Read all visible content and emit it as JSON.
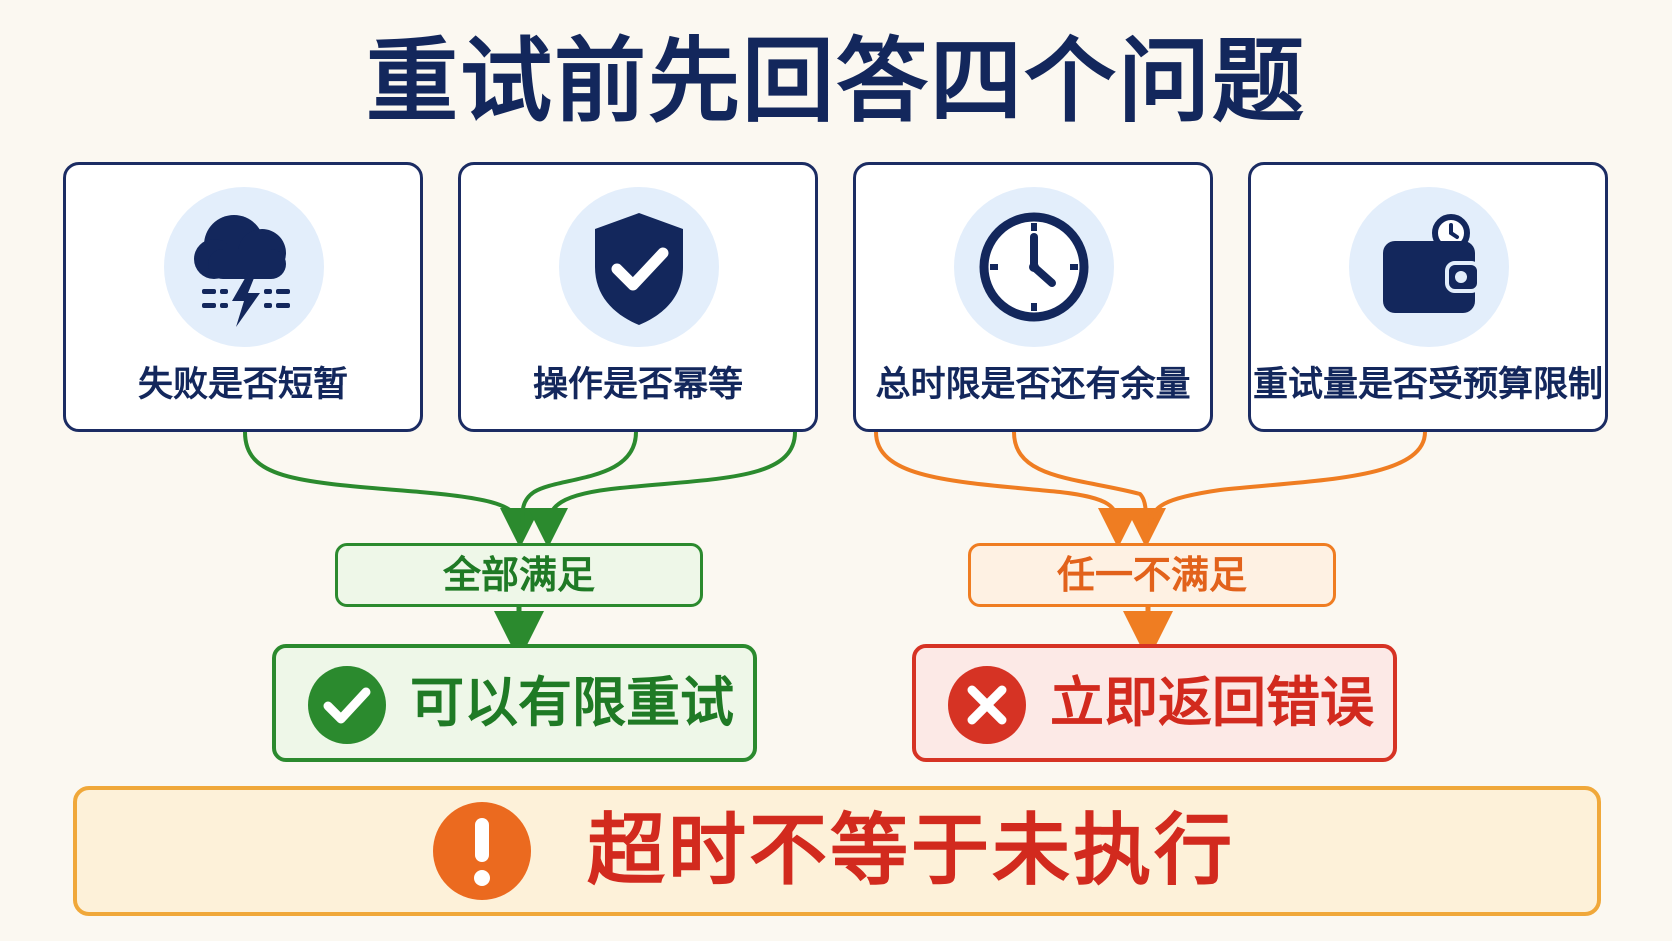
{
  "title": "重试前先回答四个问题",
  "questions": [
    {
      "label": "失败是否短暂",
      "icon": "storm-cloud-icon"
    },
    {
      "label": "操作是否幂等",
      "icon": "shield-check-icon"
    },
    {
      "label": "总时限是否还有余量",
      "icon": "clock-icon"
    },
    {
      "label": "重试量是否受预算限制",
      "icon": "wallet-icon"
    }
  ],
  "conditions": {
    "all_met": "全部满足",
    "any_unmet": "任一不满足"
  },
  "results": {
    "retry": {
      "label": "可以有限重试",
      "icon": "check-circle-icon"
    },
    "fail_fast": {
      "label": "立即返回错误",
      "icon": "x-circle-icon"
    }
  },
  "warning": {
    "label": "超时不等于未执行",
    "icon": "exclamation-icon"
  },
  "colors": {
    "navy": "#13275c",
    "icon_bg": "#e3eefb",
    "success": "#2b8a2e",
    "caution": "#ef7d22",
    "danger": "#d63324",
    "warning_bg": "#fdf1d9",
    "warning_border": "#f0a83a"
  }
}
